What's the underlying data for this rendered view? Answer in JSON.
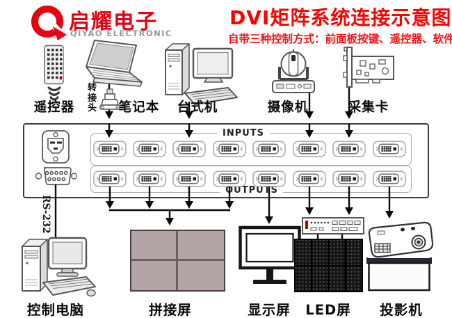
{
  "header": {
    "logo": {
      "name_cn": "启耀电子",
      "name_en": "QIYAO ELECTRONIC"
    },
    "title": "DVI矩阵系统连接示意图",
    "subtitle": "自带三种控制方式：前面板按键、遥控器、软件"
  },
  "matrix": {
    "inputs_label": "INPUTS",
    "outputs_label": "OUTPUTS",
    "rs232_label": "RS-232",
    "ports_per_row": 8,
    "rows": [
      "inputs",
      "outputs"
    ]
  },
  "input_devices": [
    {
      "id": "remote-control",
      "label": "遥控器"
    },
    {
      "id": "adapter",
      "label": "转接头"
    },
    {
      "id": "laptop",
      "label": "笔记本",
      "connects_to_input": 1
    },
    {
      "id": "desktop",
      "label": "台式机",
      "connects_to_input": 3
    },
    {
      "id": "camera",
      "label": "摄像机",
      "connects_to_input": 6
    },
    {
      "id": "capture-card",
      "label": "采集卡",
      "connects_to_input": 7
    }
  ],
  "output_devices": [
    {
      "id": "control-pc",
      "label": "控制电脑",
      "connects_via": "RS-232"
    },
    {
      "id": "video-wall",
      "label": "拼接屏",
      "connects_to_outputs": [
        1,
        2,
        3,
        4
      ]
    },
    {
      "id": "display",
      "label": "显示屏",
      "connects_to_outputs": [
        5
      ]
    },
    {
      "id": "led-screen",
      "label": "LED屏",
      "connects_to_outputs": [
        6,
        7
      ]
    },
    {
      "id": "projector",
      "label": "投影机",
      "connects_to_outputs": [
        8
      ]
    }
  ],
  "colors": {
    "brand_red": "#e60012",
    "title_red": "#fe0000",
    "wall_panel": "#b3a5a5",
    "led_panel": "#141414"
  }
}
